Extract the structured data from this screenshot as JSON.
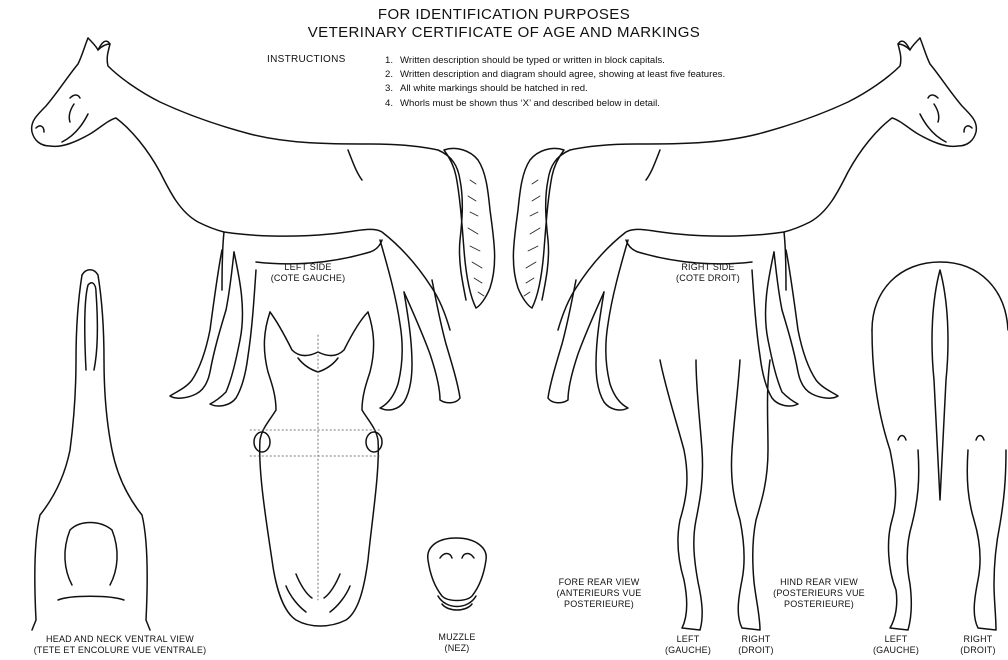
{
  "header": {
    "title_line1": "FOR IDENTIFICATION PURPOSES",
    "title_line2": "VETERINARY CERTIFICATE OF AGE AND MARKINGS"
  },
  "instructions": {
    "heading": "INSTRUCTIONS",
    "items": [
      {
        "num": "1.",
        "text": "Written description should be typed or written in block capitals."
      },
      {
        "num": "2.",
        "text": "Written description and diagram should agree, showing at least five features."
      },
      {
        "num": "3.",
        "text": "All white markings should be hatched in red."
      },
      {
        "num": "4.",
        "text": "Whorls must be shown thus ‘X’ and described below in detail."
      }
    ]
  },
  "labels": {
    "left_side": [
      "LEFT SIDE",
      "(COTE GAUCHE)"
    ],
    "right_side": [
      "RIGHT SIDE",
      "(COTE DROIT)"
    ],
    "head_neck": [
      "HEAD AND NECK VENTRAL VIEW",
      "(TETE ET ENCOLURE VUE VENTRALE)"
    ],
    "muzzle": [
      "MUZZLE",
      "(NEZ)"
    ],
    "fore_rear": [
      "FORE REAR VIEW",
      "(ANTERIEURS VUE",
      "POSTERIEURE)"
    ],
    "hind_rear": [
      "HIND REAR VIEW",
      "(POSTERIEURS VUE",
      "POSTERIEURE)"
    ],
    "fore_left": [
      "LEFT",
      "(GAUCHE)"
    ],
    "fore_right": [
      "RIGHT",
      "(DROIT)"
    ],
    "hind_left": [
      "LEFT",
      "(GAUCHE)"
    ],
    "hind_right": [
      "RIGHT",
      "(DROIT)"
    ]
  }
}
